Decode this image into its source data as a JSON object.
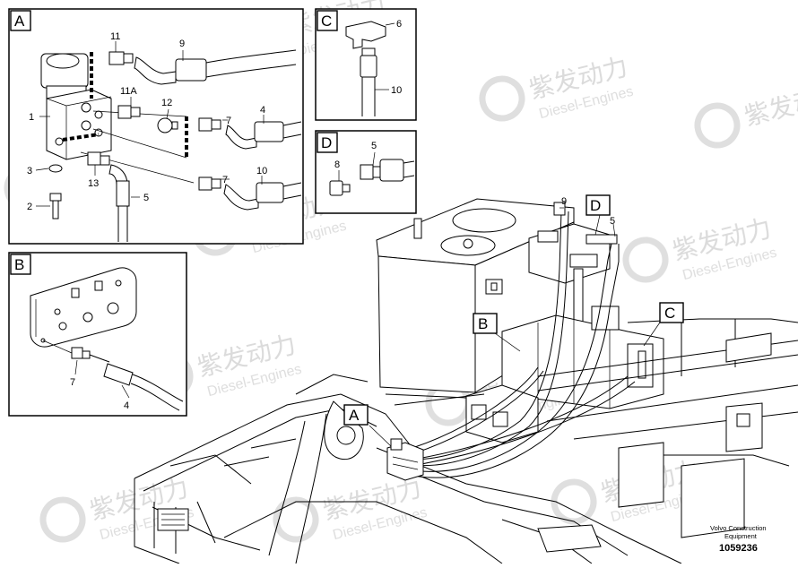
{
  "panels": {
    "A": {
      "title": "A",
      "parts": [
        "11",
        "9",
        "11A",
        "12",
        "7",
        "4",
        "1",
        "3",
        "2",
        "13",
        "5",
        "7",
        "10"
      ]
    },
    "B": {
      "title": "B",
      "parts": [
        "7",
        "4"
      ]
    },
    "C": {
      "title": "C",
      "parts": [
        "6",
        "10"
      ]
    },
    "D": {
      "title": "D",
      "parts": [
        "8",
        "5"
      ]
    }
  },
  "main": {
    "tags": [
      "A",
      "B",
      "C",
      "D"
    ],
    "part_labels": [
      "9",
      "5"
    ]
  },
  "footer": {
    "brand_line1": "Volvo Construction",
    "brand_line2": "Equipment",
    "drawing_number": "1059236"
  },
  "watermark": {
    "cn": "紫发动力",
    "en": "Diesel-Engines"
  }
}
